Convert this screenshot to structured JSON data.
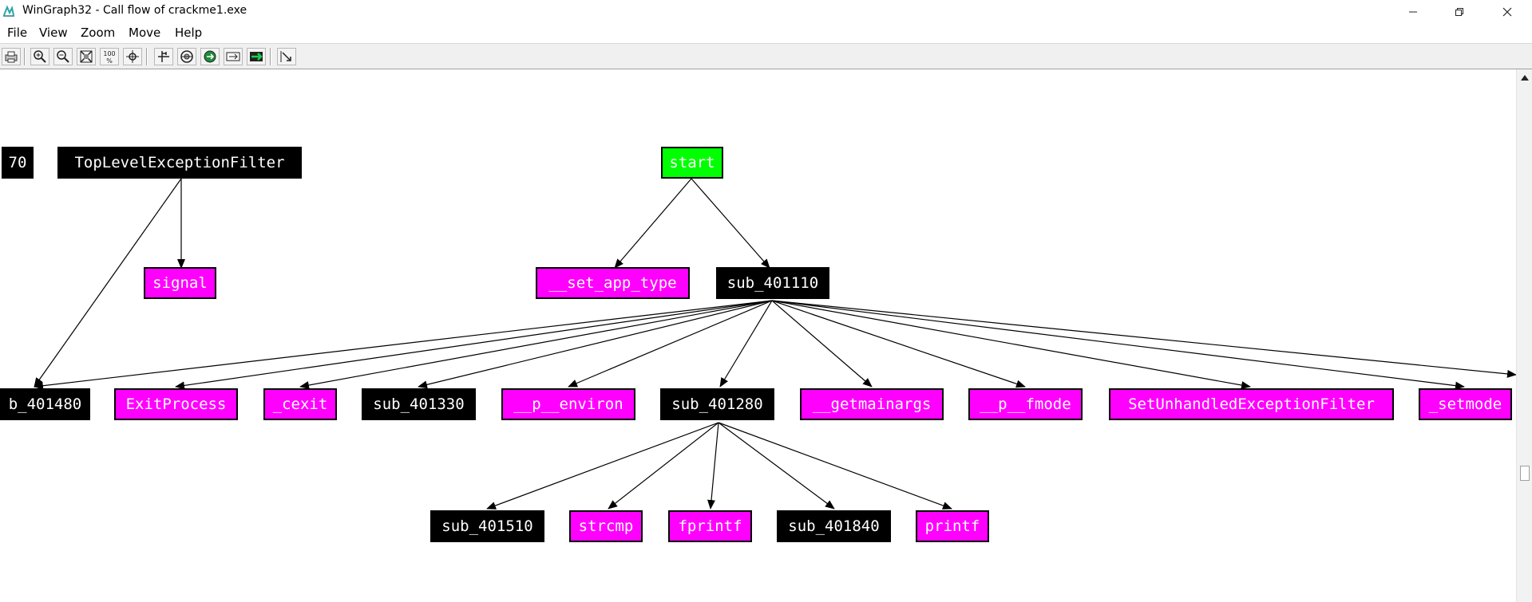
{
  "window": {
    "title": "WinGraph32 - Call flow of crackme1.exe",
    "app_icon": "wingraph-icon",
    "controls": [
      "minimize-icon",
      "restore-icon",
      "close-icon"
    ]
  },
  "menu": {
    "file": "File",
    "view": "View",
    "zoom": "Zoom",
    "move": "Move",
    "help": "Help"
  },
  "toolbar": {
    "buttons": [
      "print-icon",
      "zoom-in-icon",
      "zoom-out-icon",
      "fit-window-icon",
      "zoom-100-icon",
      "center-icon",
      "layout-icon",
      "overview-icon",
      "expand-icon",
      "fold-icon",
      "unfold-icon",
      "arrow-mode-icon"
    ],
    "zoom_100_label": "100\n%"
  },
  "graph": {
    "colors": {
      "library": "#ff00ff",
      "user": "#000000",
      "entry": "#00ff00"
    },
    "nodes": {
      "n70": "70",
      "tlef": "TopLevelExceptionFilter",
      "start": "start",
      "signal": "signal",
      "set_app_type": "__set_app_type",
      "sub_401110": "sub_401110",
      "sub_401480": "b_401480",
      "exitprocess": "ExitProcess",
      "cexit": "_cexit",
      "sub_401330": "sub_401330",
      "p_environ": "__p__environ",
      "sub_401280": "sub_401280",
      "getmainargs": "__getmainargs",
      "p_fmode": "__p__fmode",
      "setunhandled": "SetUnhandledExceptionFilter",
      "setmode": "_setmode",
      "sub_401510": "sub_401510",
      "strcmp": "strcmp",
      "fprintf": "fprintf",
      "sub_401840": "sub_401840",
      "printf": "printf"
    }
  }
}
